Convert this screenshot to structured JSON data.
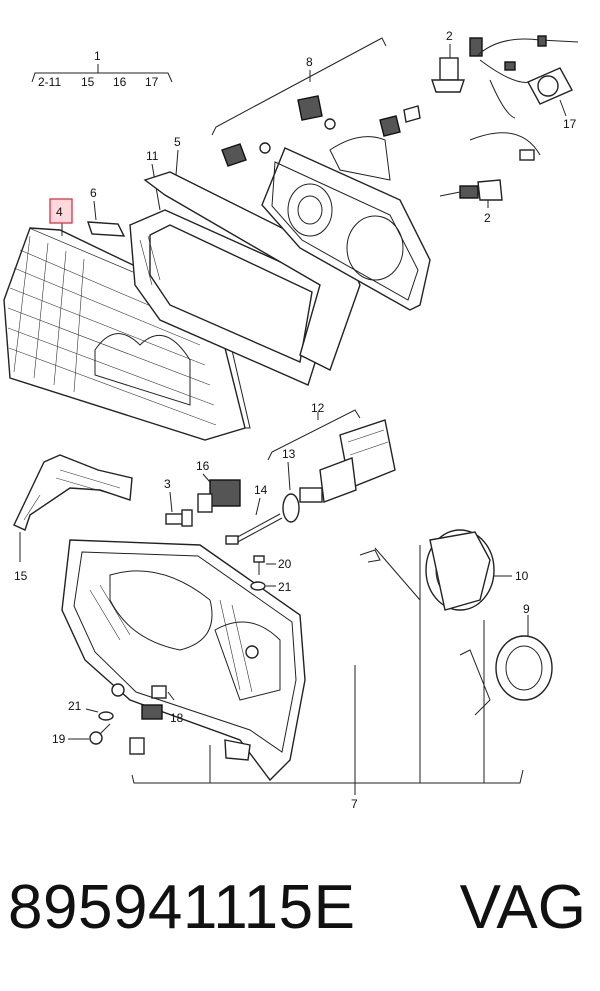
{
  "callouts": {
    "c1": "1",
    "c1_sub_a": "2-11",
    "c1_sub_b": "15",
    "c1_sub_c": "16",
    "c1_sub_d": "17",
    "c2_top": "2",
    "c2_mid": "2",
    "c3": "3",
    "c4": "4",
    "c5": "5",
    "c6": "6",
    "c7": "7",
    "c8": "8",
    "c9": "9",
    "c10": "10",
    "c11": "11",
    "c12": "12",
    "c13": "13",
    "c14": "14",
    "c15": "15",
    "c16": "16",
    "c17": "17",
    "c18": "18",
    "c19": "19",
    "c20": "20",
    "c21_right": "21",
    "c21_left": "21"
  },
  "highlighted_callout": "4",
  "footer": {
    "part_number": "895941115E",
    "brand": "VAG"
  },
  "colors": {
    "highlight_border": "#e0303f",
    "highlight_fill": "#ffd9de"
  }
}
